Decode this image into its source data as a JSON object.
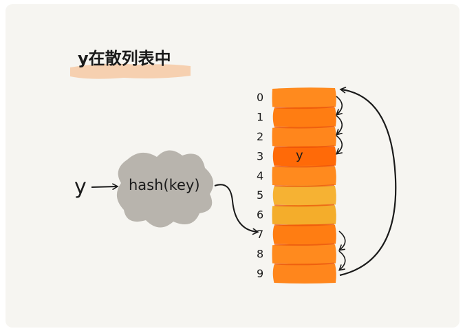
{
  "title": "y在散列表中",
  "input_key": "y",
  "hash_function_label": "hash(key)",
  "table": {
    "indices": [
      "0",
      "1",
      "2",
      "3",
      "4",
      "5",
      "6",
      "7",
      "8",
      "9"
    ],
    "slot_colors": [
      "#ff8a1e",
      "#ff7d12",
      "#ff861c",
      "#ff6a08",
      "#ff8a1e",
      "#f6b233",
      "#f4ad2b",
      "#ff7d12",
      "#ff8a1e",
      "#ff861c"
    ],
    "highlight_index": 3,
    "highlight_label": "y"
  },
  "colors": {
    "background": "#f6f5f1",
    "title_highlight": "#f6c9a4",
    "cloud": "#b8b4ad",
    "ink": "#1a1a1a"
  }
}
